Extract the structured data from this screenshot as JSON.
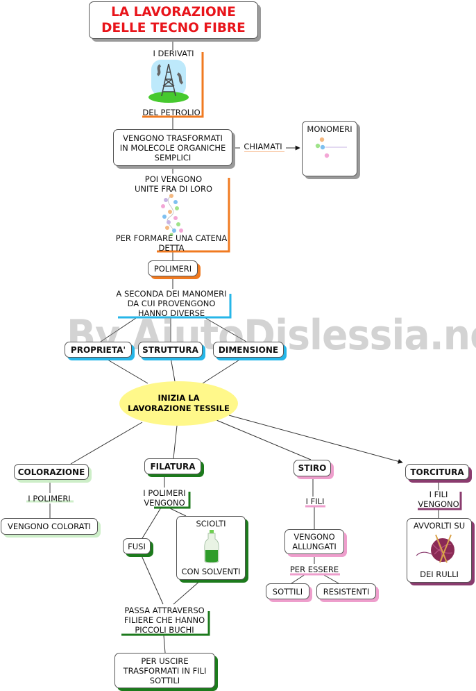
{
  "title": {
    "line1": "LA LAVORAZIONE",
    "line2": "DELLE TECNO FIBRE"
  },
  "watermark": "By AiutoDislessia.net",
  "nodes": {
    "derivati": "I DERIVATI",
    "petrolio": "DEL PETROLIO",
    "trasformati": [
      "VENGONO TRASFORMATI",
      "IN MOLECOLE ORGANICHE",
      "SEMPLICI"
    ],
    "chiamati": "CHIAMATI",
    "monomeri": "MONOMERI",
    "poi_vengono": [
      "POI VENGONO",
      "UNITE FRA DI LORO"
    ],
    "catena": [
      "PER FORMARE UNA CATENA",
      "DETTA"
    ],
    "polimeri": "POLIMERI",
    "seconda": [
      "A SECONDA DEI MANOMERI",
      "DA CUI PROVENGONO",
      "HANNO DIVERSE"
    ],
    "proprieta": "PROPRIETA'",
    "struttura": "STRUTTURA",
    "dimensione": "DIMENSIONE",
    "inizia": [
      "INIZIA  LA",
      "LAVORAZIONE TESSILE"
    ],
    "colorazione": "COLORAZIONE",
    "i_polimeri_col": "I POLIMERI",
    "vengono_colorati": "VENGONO COLORATI",
    "filatura": "FILATURA",
    "i_polimeri_vengono": [
      "I POLIMERI",
      "VENGONO"
    ],
    "fusi": "FUSI",
    "sciolti": "SCIOLTI",
    "con_solventi": "CON SOLVENTI",
    "passa": [
      "PASSA ATTRAVERSO",
      "FILIERE CHE HANNO",
      "PICCOLI BUCHI"
    ],
    "uscire": [
      "PER USCIRE",
      "TRASFORMATI IN FILI",
      "SOTTILI"
    ],
    "stiro": "STIRO",
    "i_fili": "I FILI",
    "allungati": [
      "VENGONO",
      "ALLUNGATI"
    ],
    "per_essere": "PER ESSERE",
    "sottili": "SOTTILI",
    "resistenti": "RESISTENTI",
    "torcitura": "TORCITURA",
    "fili_vengono": [
      "I FILI",
      "VENGONO"
    ],
    "avvolti": "AVVORLTI SU",
    "dei_rulli": "DEI RULLI"
  },
  "colors": {
    "title": "#e8141a",
    "orange": "#f07a20",
    "blue": "#26b6e8",
    "ellipse": "#fff88a",
    "green": "#1c7a1c",
    "pink": "#ee9ecc",
    "purple": "#8a3b6e"
  }
}
